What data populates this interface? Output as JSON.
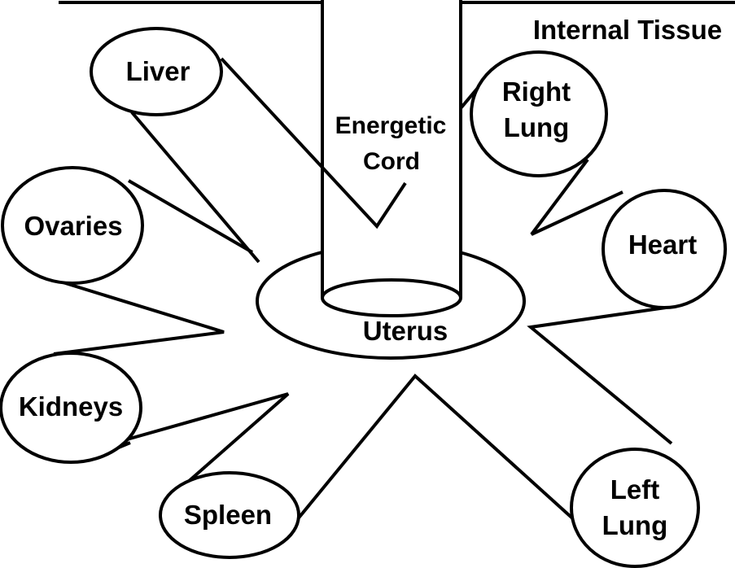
{
  "title": "Internal Tissue",
  "center": {
    "label": "Uterus"
  },
  "cord": {
    "line1": "Energetic",
    "line2": "Cord"
  },
  "organs": {
    "liver": "Liver",
    "right_lung_1": "Right",
    "right_lung_2": "Lung",
    "ovaries": "Ovaries",
    "heart": "Heart",
    "kidneys": "Kidneys",
    "spleen": "Spleen",
    "left_lung_1": "Left",
    "left_lung_2": "Lung"
  }
}
